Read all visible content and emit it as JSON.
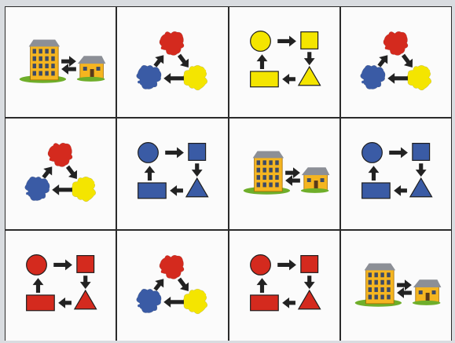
{
  "colors": {
    "red": "#d42a1e",
    "blue": "#3a5ba5",
    "yellow": "#f4e500",
    "building": "#f5b520",
    "roof": "#8c8f96",
    "grass": "#6fae2a",
    "arrow": "#222222",
    "outline": "#1d1d1d"
  },
  "cards": [
    {
      "motif": "buildings"
    },
    {
      "motif": "blob-cycle"
    },
    {
      "motif": "shape-cycle",
      "color": "yellow"
    },
    {
      "motif": "blob-cycle"
    },
    {
      "motif": "blob-cycle"
    },
    {
      "motif": "shape-cycle",
      "color": "blue"
    },
    {
      "motif": "buildings"
    },
    {
      "motif": "shape-cycle",
      "color": "blue"
    },
    {
      "motif": "shape-cycle",
      "color": "red"
    },
    {
      "motif": "blob-cycle"
    },
    {
      "motif": "shape-cycle",
      "color": "red"
    },
    {
      "motif": "buildings"
    }
  ]
}
